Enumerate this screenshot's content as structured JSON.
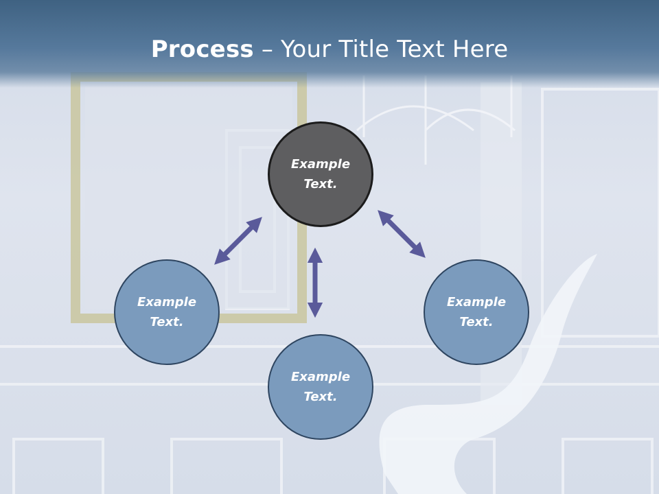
{
  "title": {
    "bold": "Process",
    "rest": " – Your Title Text Here"
  },
  "nodes": {
    "center": "Example Text.",
    "left": "Example Text.",
    "bottom": "Example Text.",
    "right": "Example Text."
  },
  "colors": {
    "title_bar": "#4a6d90",
    "center_node": "#5e5e60",
    "outer_node": "#7b9bbd",
    "arrow": "#5a5a9a"
  }
}
